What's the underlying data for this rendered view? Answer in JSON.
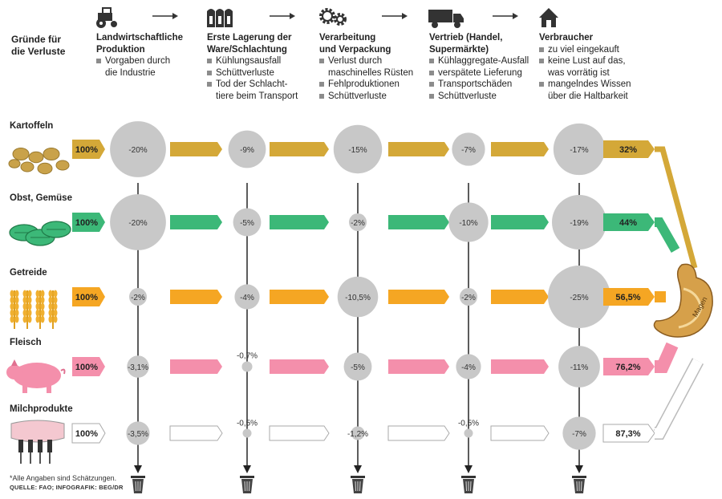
{
  "reasons_title": "Gründe für\ndie Verluste",
  "stages": [
    {
      "icon": "tractor-icon",
      "title": "Landwirtschaftliche\nProduktion",
      "items": [
        "Vorgaben durch|die Industrie"
      ]
    },
    {
      "icon": "silo-icon",
      "title": "Erste Lagerung der\nWare/Schlachtung",
      "items": [
        "Kühlungsausfall",
        "Schüttverluste",
        "Tod der Schlacht-|tiere beim Transport"
      ]
    },
    {
      "icon": "gears-icon",
      "title": "Verarbeitung\nund Verpackung",
      "items": [
        "Verlust durch|maschinelles Rüsten",
        "Fehlproduktionen",
        "Schüttverluste"
      ]
    },
    {
      "icon": "truck-icon",
      "title": "Vertrieb (Handel,\nSupermärkte)",
      "items": [
        "Kühlaggregate-Ausfall",
        "verspätete Lieferung",
        "Transportschäden",
        "Schüttverluste"
      ]
    },
    {
      "icon": "house-icon",
      "title": "Verbraucher",
      "items": [
        "zu viel eingekauft",
        "keine Lust auf das,|was vorrätig ist",
        "mangelndes Wissen|über die Haltbarkeit"
      ]
    }
  ],
  "rows": [
    {
      "label": "Kartoffeln",
      "icon": "potatoes-icon",
      "start": "100%",
      "color": "#d4a838",
      "losses": [
        "-20%",
        "-9%",
        "-15%",
        "-7%",
        "-17%"
      ],
      "loss_values": [
        20,
        9,
        15,
        7,
        17
      ],
      "end": "32%",
      "end_value": 32
    },
    {
      "label": "Obst, Gemüse",
      "icon": "vegetables-icon",
      "start": "100%",
      "color": "#3cb878",
      "losses": [
        "-20%",
        "-5%",
        "-2%",
        "-10%",
        "-19%"
      ],
      "loss_values": [
        20,
        5,
        2,
        10,
        19
      ],
      "end": "44%",
      "end_value": 44
    },
    {
      "label": "Getreide",
      "icon": "wheat-icon",
      "start": "100%",
      "color": "#f5a623",
      "losses": [
        "-2%",
        "-4%",
        "-10,5%",
        "-2%",
        "-25%"
      ],
      "loss_values": [
        2,
        4,
        10.5,
        2,
        25
      ],
      "end": "56,5%",
      "end_value": 56.5
    },
    {
      "label": "Fleisch",
      "icon": "pig-icon",
      "start": "100%",
      "color": "#f48fab",
      "losses": [
        "-3,1%",
        "-0,7%",
        "-5%",
        "-4%",
        "-11%"
      ],
      "loss_values": [
        3.1,
        0.7,
        5,
        4,
        11
      ],
      "end": "76,2%",
      "end_value": 76.2
    },
    {
      "label": "Milchprodukte",
      "icon": "cow-udder-icon",
      "start": "100%",
      "color": "#ffffff",
      "losses": [
        "-3,5%",
        "-0,5%",
        "-1,2%",
        "-0,5%",
        "-7%"
      ],
      "loss_values": [
        3.5,
        0.5,
        1.2,
        0.5,
        7
      ],
      "end": "87,3%",
      "end_value": 87.3
    }
  ],
  "stomach_label": "Magen",
  "footnote": "*Alle Angaben sind Schätzungen.",
  "source": "QUELLE: FAO; INFOGRAFIK: BEG/DR"
}
